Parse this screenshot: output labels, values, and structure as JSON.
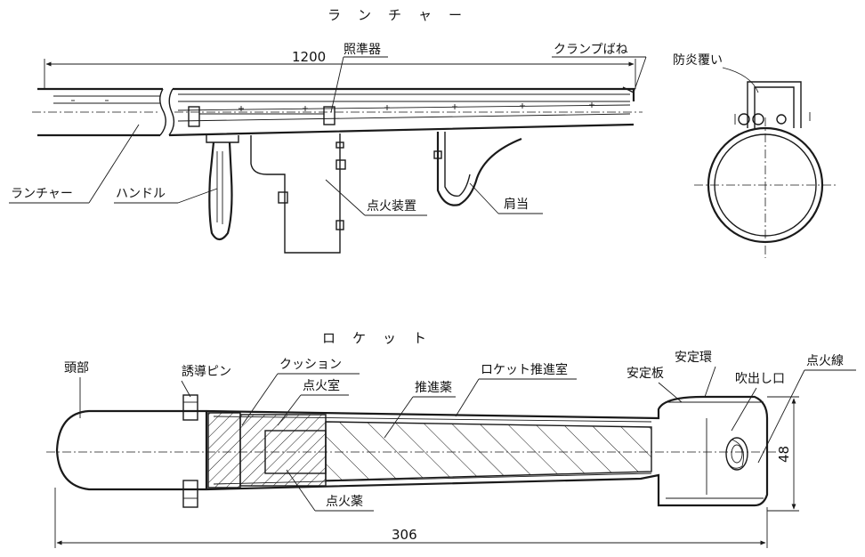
{
  "titles": {
    "launcher": "ラ　ン　チ　ャ　ー",
    "rocket": "ロ　ケ　ッ　ト"
  },
  "dimensions": {
    "launcher_length": "1200",
    "rocket_length": "306",
    "exhaust_diameter": "48"
  },
  "launcher_labels": {
    "sight": "照準器",
    "clamp_spring": "クランプばね",
    "flash_cover": "防炎覆い",
    "launcher": "ランチャー",
    "handle": "ハンドル",
    "igniter": "点火装置",
    "shoulder_rest": "肩当"
  },
  "rocket_labels": {
    "head": "頭部",
    "guide_pin": "誘導ピン",
    "cushion": "クッション",
    "ignition_chamber": "点火室",
    "propellant": "推進薬",
    "rocket_motor": "ロケット推進室",
    "stabilizer_plate": "安定板",
    "stabilizer_ring": "安定環",
    "nozzle": "吹出し口",
    "ignition_wire": "点火線",
    "igniter_charge": "点火薬"
  }
}
